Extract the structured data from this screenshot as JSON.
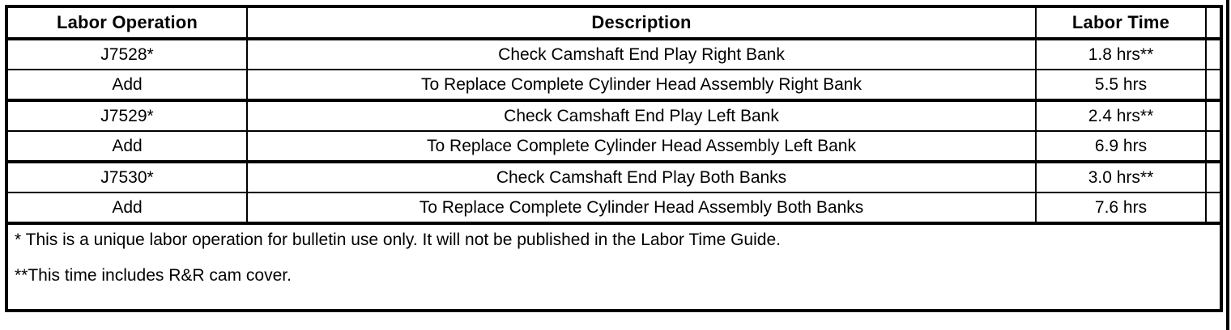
{
  "table": {
    "columns": [
      {
        "key": "operation",
        "header": "Labor Operation"
      },
      {
        "key": "description",
        "header": "Description"
      },
      {
        "key": "time",
        "header": "Labor Time"
      }
    ],
    "rows": [
      {
        "operation": "J7528*",
        "description": "Check Camshaft End Play Right Bank",
        "time": "1.8 hrs**"
      },
      {
        "operation": "Add",
        "description": "To Replace Complete Cylinder Head Assembly Right Bank",
        "time": "5.5 hrs"
      },
      {
        "operation": "J7529*",
        "description": "Check Camshaft End Play Left Bank",
        "time": "2.4 hrs**"
      },
      {
        "operation": "Add",
        "description": "To Replace Complete Cylinder Head Assembly Left Bank",
        "time": "6.9 hrs"
      },
      {
        "operation": "J7530*",
        "description": "Check Camshaft End Play Both Banks",
        "time": "3.0 hrs**"
      },
      {
        "operation": "Add",
        "description": "To Replace Complete Cylinder Head Assembly Both Banks",
        "time": "7.6 hrs"
      }
    ],
    "footnotes": [
      "* This is a unique labor operation for bulletin use only. It will not be published in the Labor Time Guide.",
      "**This time includes R&R cam cover."
    ]
  },
  "colors": {
    "rule": "#000000",
    "text": "#000000",
    "background": "#ffffff"
  }
}
